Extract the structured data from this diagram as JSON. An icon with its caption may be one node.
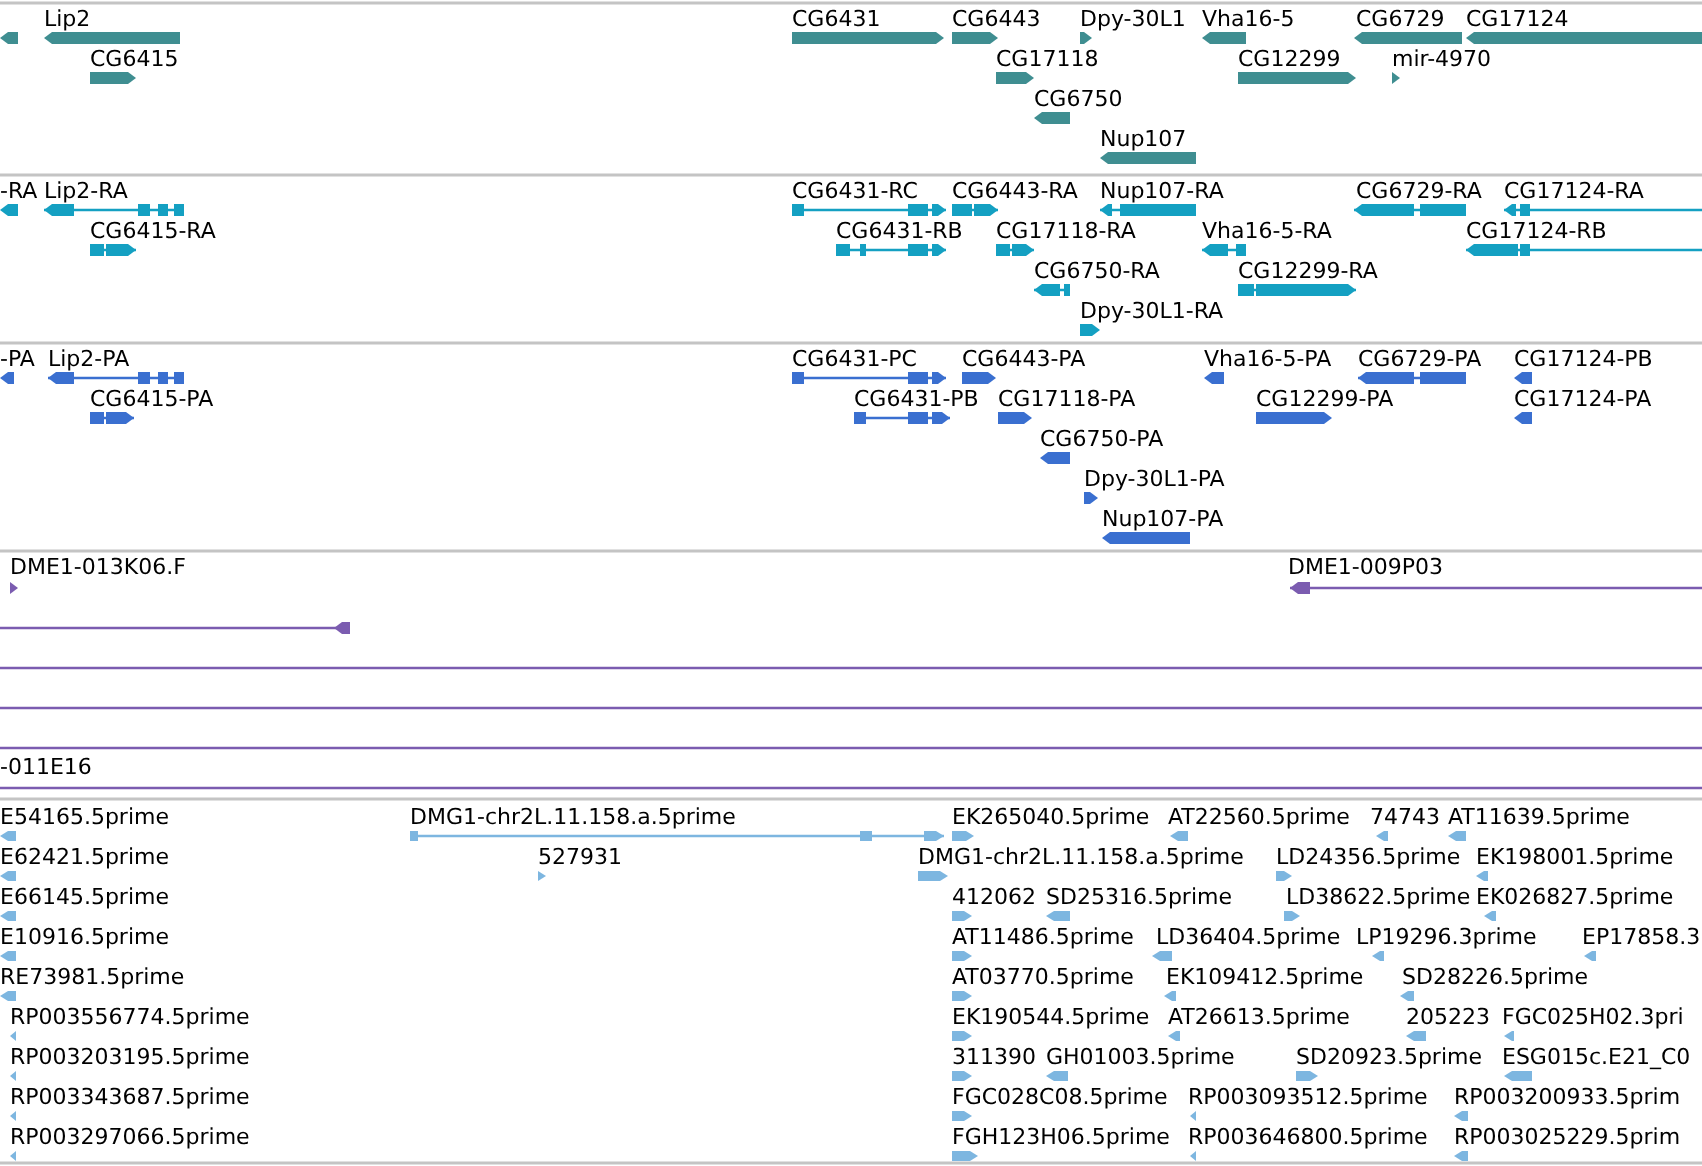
{
  "diagram": {
    "labels": [
      "Lip2",
      "CG6431",
      "CG6443",
      "Dpy-30L1",
      "Vha16-5",
      "CG6729",
      "CG17124",
      "CG6415",
      "CG17118",
      "CG12299",
      "mir-4970",
      "CG6750",
      "Nup107",
      "-RA",
      "Lip2-RA",
      "CG6431-RC",
      "CG6443-RA",
      "Nup107-RA",
      "CG6729-RA",
      "CG17124-RA",
      "CG6415-RA",
      "CG6431-RB",
      "CG17118-RA",
      "Vha16-5-RA",
      "CG17124-RB",
      "CG6750-RA",
      "CG12299-RA",
      "Dpy-30L1-RA",
      "-PA",
      "Lip2-PA",
      "CG6431-PC",
      "CG6443-PA",
      "Vha16-5-PA",
      "CG6729-PA",
      "CG17124-PB",
      "CG6415-PA",
      "CG6431-PB",
      "CG17118-PA",
      "CG12299-PA",
      "CG17124-PA",
      "CG6750-PA",
      "Dpy-30L1-PA",
      "Nup107-PA",
      "DME1-013K06.F",
      "DME1-009P03",
      "-011E16",
      "E54165.5prime",
      "DMG1-chr2L.11.158.a.5prime",
      "EK265040.5prime",
      "AT22560.5prime",
      "74743",
      "AT11639.5prime",
      "E62421.5prime",
      "527931",
      "DMG1-chr2L.11.158.a.5prime",
      "LD24356.5prime",
      "EK198001.5prime",
      "E66145.5prime",
      "412062",
      "SD25316.5prime",
      "LD38622.5prime",
      "EK026827.5prime",
      "E10916.5prime",
      "AT11486.5prime",
      "LD36404.5prime",
      "LP19296.3prime",
      "EP17858.3",
      "RE73981.5prime",
      "AT03770.5prime",
      "EK109412.5prime",
      "SD28226.5prime",
      "RP003556774.5prime",
      "EK190544.5prime",
      "AT26613.5prime",
      "205223",
      "FGC025H02.3pri",
      "RP003203195.5prime",
      "311390",
      "GH01003.5prime",
      "SD20923.5prime",
      "ESG015c.E21_C0",
      "RP003343687.5prime",
      "FGC028C08.5prime",
      "RP003093512.5prime",
      "RP003200933.5prim",
      "RP003297066.5prime",
      "FGH123H06.5prime",
      "RP003646800.5prime",
      "RP003025229.5prim"
    ]
  }
}
